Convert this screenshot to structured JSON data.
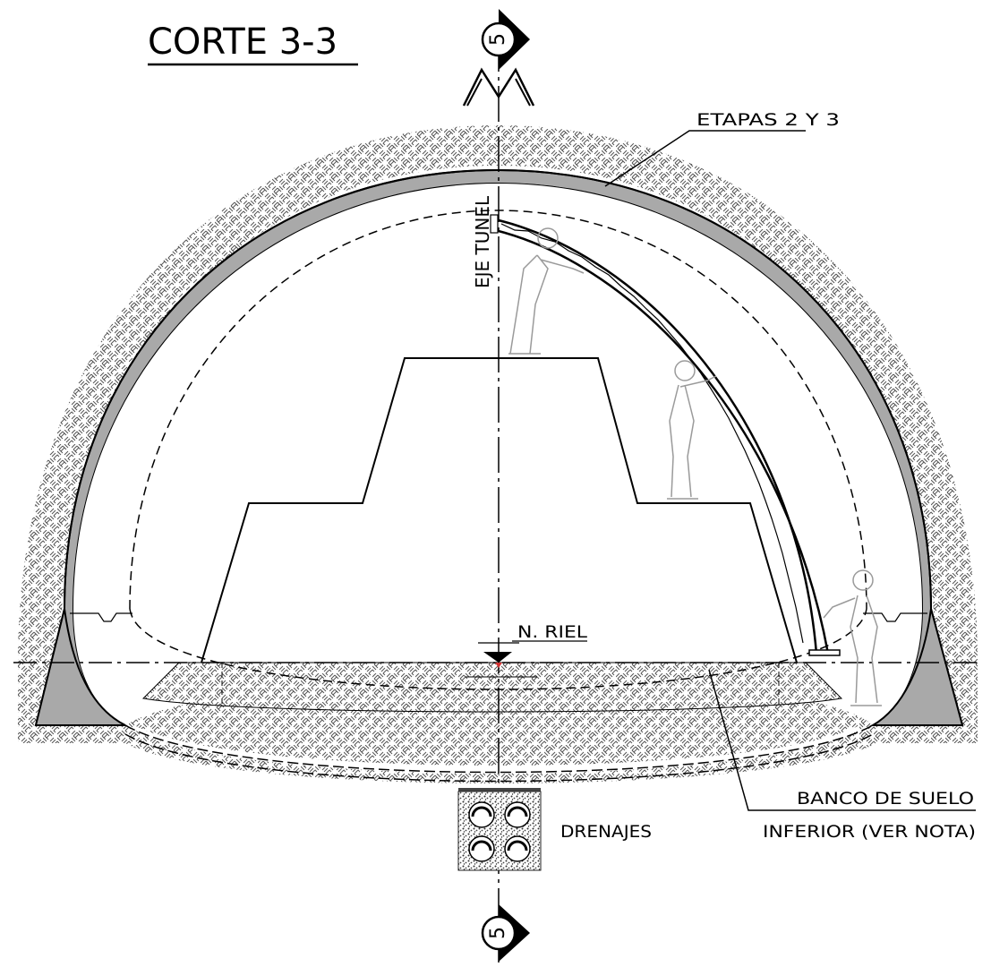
{
  "title": "CORTE 3-3",
  "axis_label": "EJE TUNEL",
  "section_marker": "5",
  "labels": {
    "etapas": "ETAPAS 2 Y 3",
    "nivel_riel": "N. RIEL",
    "drenajes": "DRENAJES",
    "banco_line1": "BANCO DE SUELO",
    "banco_line2": "INFERIOR (VER NOTA)"
  },
  "colors": {
    "line": "#000000",
    "lining_fill": "#a9a9a9",
    "hatch": "#4a4a4a",
    "figure": "#9a9a9a",
    "rail_marker": "#d23232"
  }
}
